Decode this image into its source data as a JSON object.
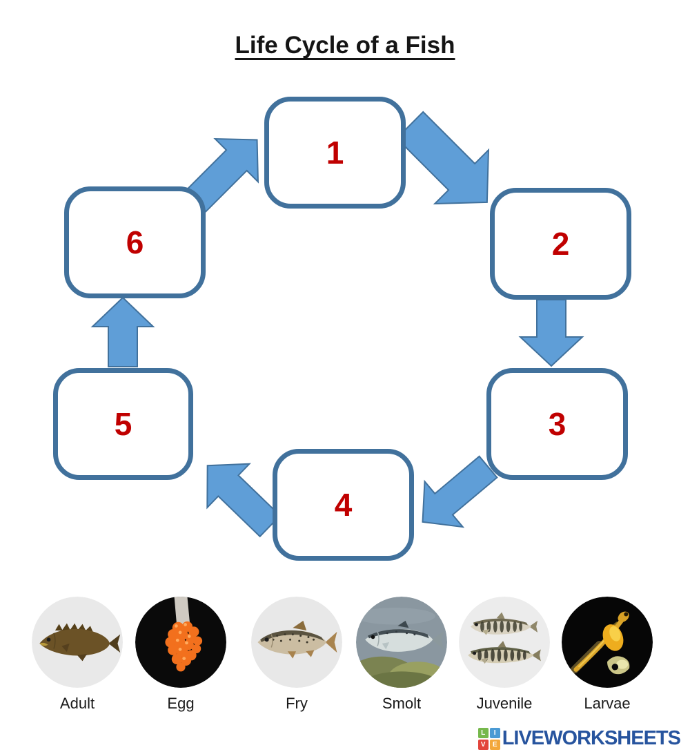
{
  "page": {
    "title": "Life Cycle of a Fish"
  },
  "cycle": {
    "boxes": [
      {
        "number": "1"
      },
      {
        "number": "2"
      },
      {
        "number": "3"
      },
      {
        "number": "4"
      },
      {
        "number": "5"
      },
      {
        "number": "6"
      }
    ],
    "colors": {
      "box_border": "#41719c",
      "arrow_fill": "#5f9ed7",
      "arrow_outline": "#41719c",
      "number": "#c00000"
    }
  },
  "stages": {
    "items": [
      {
        "label": "Adult",
        "icon": "adult-fish-photo"
      },
      {
        "label": "Egg",
        "icon": "egg-cluster-photo"
      },
      {
        "label": "Fry",
        "icon": "fry-fish-photo"
      },
      {
        "label": "Smolt",
        "icon": "smolt-fish-photo"
      },
      {
        "label": "Juvenile",
        "icon": "juvenile-fish-photo"
      },
      {
        "label": "Larvae",
        "icon": "larvae-fish-photo"
      }
    ]
  },
  "footer": {
    "brand": "LIVEWORKSHEETS",
    "brand_color": "#27549e",
    "logo_squares": [
      {
        "letter": "L",
        "color": "#76b84c"
      },
      {
        "letter": "I",
        "color": "#4a9ad4"
      },
      {
        "letter": "V",
        "color": "#e2453c"
      },
      {
        "letter": "E",
        "color": "#f3a73a"
      }
    ]
  }
}
